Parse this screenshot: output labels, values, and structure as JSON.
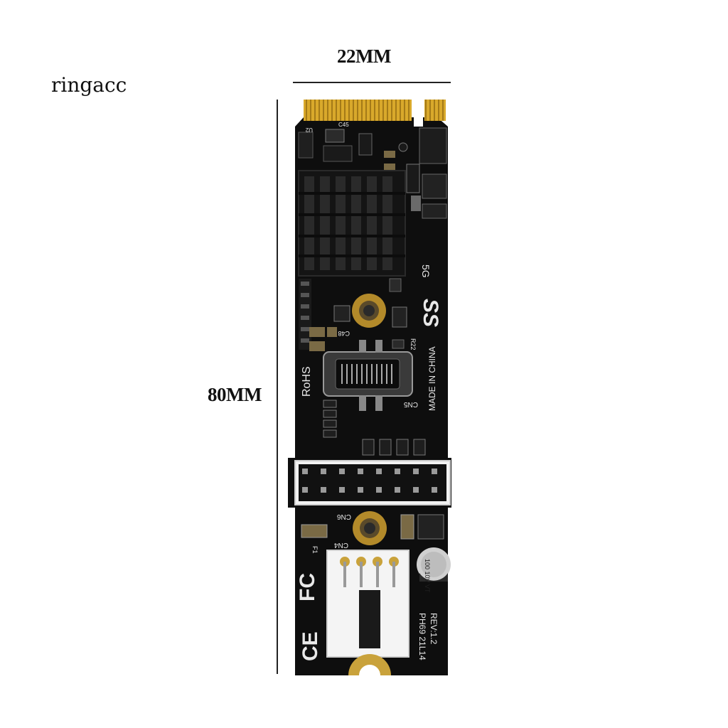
{
  "watermark": "ringacc",
  "dimensions": {
    "width_label": "22MM",
    "height_label": "80MM"
  },
  "board": {
    "labels": {
      "rohs": "RoHS",
      "made_in": "MADE IN CHINA",
      "usb_speed": "5G",
      "usb_logo": "SS",
      "model": "PH69  21L14",
      "revision": "REV:1.2",
      "capacitor": "100 10V VT",
      "fc_mark": "FC",
      "ce_mark": "CE",
      "connector_cn5": "CN5",
      "connector_cn4": "CN4",
      "connector_cn6": "CN6",
      "ref_c45": "C45",
      "ref_c48": "C48",
      "ref_r22": "R22",
      "ref_u2": "U2",
      "ref_f1": "F1"
    },
    "colors": {
      "pcb": "#0e0e0e",
      "gold": "#d4a52a",
      "heatsink": "#151515",
      "header": "#ffffff"
    }
  }
}
